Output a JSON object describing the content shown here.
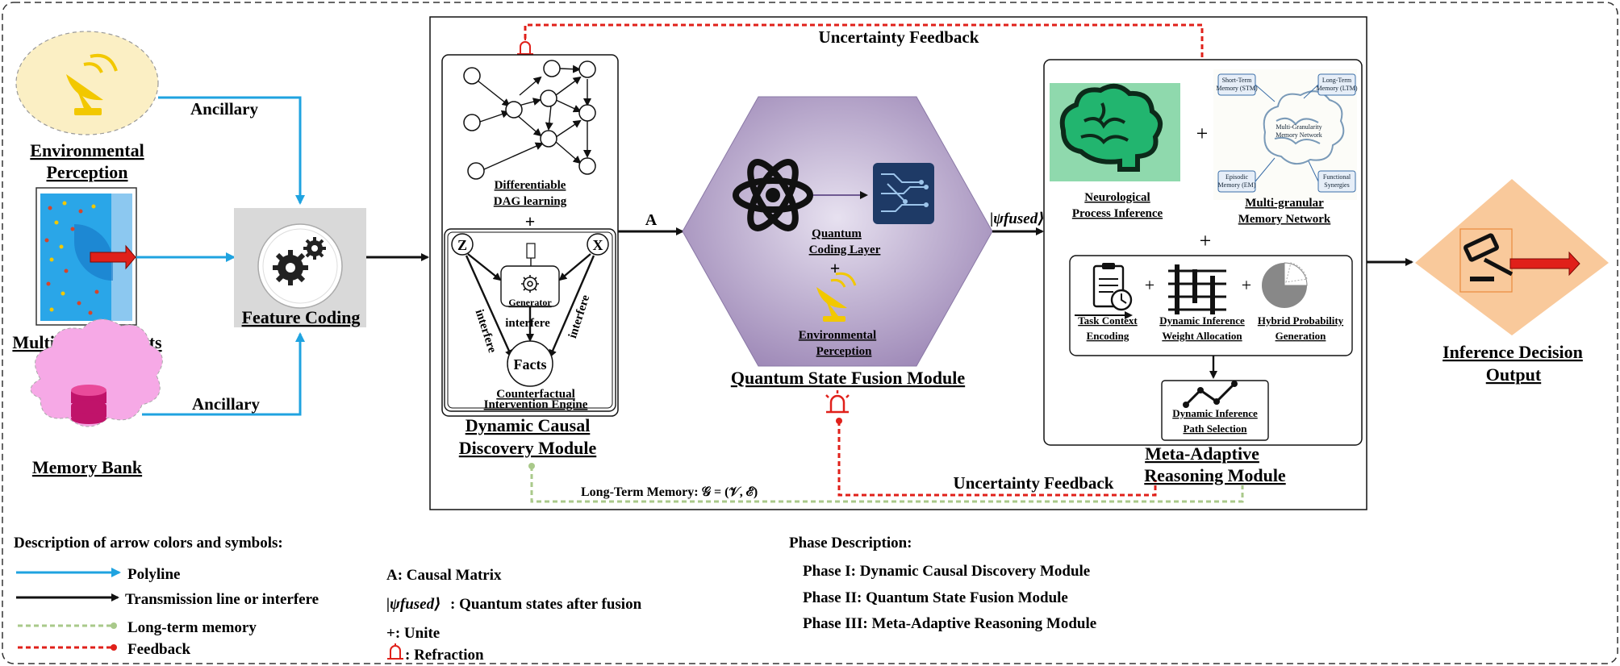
{
  "inputs": {
    "environmental": "Environmental Perception",
    "environmental_line1": "Environmental",
    "environmental_line2": "Perception",
    "multimodal": "Multi-modal Inputs",
    "memory_bank": "Memory Bank",
    "ancillary_top": "Ancillary",
    "ancillary_bottom": "Ancillary"
  },
  "feature_coding": "Feature Coding",
  "dcd": {
    "dag_line1": "Differentiable",
    "dag_line2": "DAG learning",
    "plus": "+",
    "node_z": "Z",
    "node_x": "X",
    "generator": "Generator",
    "interfere_left": "interfere",
    "interfere_mid": "interfere",
    "interfere_right": "interfere",
    "facts": "Facts",
    "engine_line1": "Counterfactual",
    "engine_line2": "Intervention Engine",
    "title_line1": "Dynamic Causal",
    "title_line2": "Discovery Module"
  },
  "arrow_a": "A",
  "qsf": {
    "coding_line1": "Quantum",
    "coding_line2": "Coding Layer",
    "plus": "+",
    "env_line1": "Environmental",
    "env_line2": "Perception",
    "title": "Quantum State Fusion Module",
    "psi_fused": "|ψfused⟩"
  },
  "feedback_top": "Uncertainty Feedback",
  "feedback_bottom": "Uncertainty Feedback",
  "long_term_memory": "Long-Term Memory: 𝒢 = (𝒱, ℰ)",
  "mar": {
    "neuro_line1": "Neurological",
    "neuro_line2": "Process Inference",
    "plus1": "+",
    "mem_line1": "Multi-granular",
    "mem_line2": "Memory Network",
    "mem_diagram": {
      "stm": "Short-Term Memory (STM)",
      "ltm": "Long-Term Memory (LTM)",
      "center": "Multi-Granularity Memory Network",
      "em": "Episodic Memory (EM)",
      "fs": "Functional Synergies"
    },
    "plus2": "+",
    "task_line1": "Task Context",
    "task_line2": "Encoding",
    "plus3": "+",
    "weight_line1": "Dynamic Inference",
    "weight_line2": "Weight Allocation",
    "plus4": "+",
    "hybrid_line1": "Hybrid Probability",
    "hybrid_line2": "Generation",
    "path_line1": "Dynamic Inference",
    "path_line2": "Path Selection",
    "title_line1": "Meta-Adaptive",
    "title_line2": "Reasoning Module"
  },
  "output": {
    "line1": "Inference Decision",
    "line2": "Output"
  },
  "legend": {
    "title": "Description of arrow colors and symbols:",
    "polyline": "Polyline",
    "transmission": "Transmission line or interfere",
    "long_term": "Long-term memory",
    "feedback": "Feedback",
    "a_desc": "A: Causal Matrix",
    "psi_desc": ": Quantum states after fusion",
    "psi_symbol": "|ψfused⟩",
    "unite": "+: Unite",
    "refraction": ": Refraction"
  },
  "phase": {
    "title": "Phase Description:",
    "p1": "Phase I: Dynamic Causal Discovery Module",
    "p2": "Phase II: Quantum State Fusion Module",
    "p3": "Phase III: Meta-Adaptive Reasoning Module"
  },
  "colors": {
    "polyline": "#1fa3e0",
    "feedback": "#e0201a",
    "memory": "#a9c98a",
    "hexagon": "#b7a8cc",
    "env_fill": "#fbefc4",
    "cloud": "#f6a9e6",
    "output": "#f9c99b",
    "brain_bg": "#8fd9ad"
  }
}
